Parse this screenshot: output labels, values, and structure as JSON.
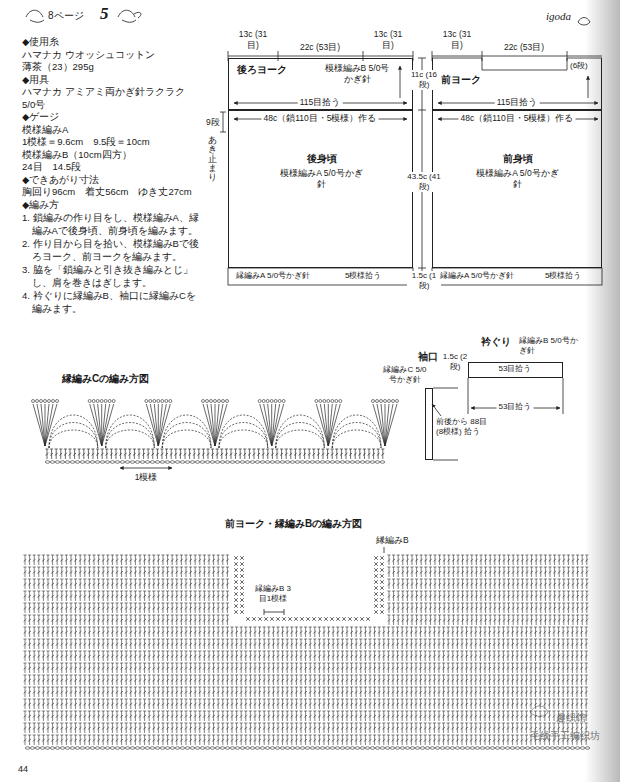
{
  "diagram": {
    "nodes": [
      {
        "text": [
          "後ろヨーク",
          "模様編みB 5/0号かぎ針"
        ]
      },
      {
        "text": [
          "後身頃",
          "模様編みA 5/0号かぎ針"
        ]
      },
      {
        "text": [
          "前ヨーク"
        ]
      },
      {
        "text": [
          "前身頃",
          "模様編みA 5/0号かぎ針"
        ]
      },
      {
        "text": [
          "袖口",
          "縁編みC 5/0号かぎ針"
        ]
      },
      {
        "text": [
          "衿ぐり",
          "縁編みB 5/0号かぎ針"
        ]
      }
    ],
    "labels": [
      "8ページ",
      "5",
      "igoda",
      "◆使用糸",
      "ハマナカ ウオッシュコットン",
      "薄茶（23）295g",
      "◆用具",
      "ハマナカ アミアミ両かぎ針ラクラク",
      "5/0号",
      "◆ゲージ",
      "模様編みA",
      "1模様＝9.6cm　9.5段＝10cm",
      "模様編みB（10cm四方）",
      "24目　14.5段",
      "◆できあがり寸法",
      "胸回り96cm　着丈56cm　ゆき丈27cm",
      "◆編み方",
      "1. 鎖編みの作り目をし、模様編みA、縁編みAで後身頃、前身頃を編みます。",
      "2. 作り目から目を拾い、模様編みBで後ろヨーク、前ヨークを編みます。",
      "3. 脇を「鎖編みと引き抜き編みとじ」し、肩を巻きはぎします。",
      "4. 衿ぐりに縁編みB、袖口に縁編みCを編みます。",
      "13c (31目)",
      "22c (53目)",
      "13c (31目)",
      "115目拾う",
      "48c（鎖110目・5模様）作る",
      "9段",
      "あき止まり",
      "11c (16段)",
      "43.5c (41段)",
      "1.5c (1段)",
      "縁編みA 5/0号かぎ針",
      "5模様拾う",
      "13c (31目)",
      "22c (53目)",
      "(6段)",
      "115目拾う",
      "48c（鎖110目・5模様）作る",
      "縁編みA 5/0号かぎ針",
      "5模様拾う",
      "縁編みCの編み方図",
      "1模様",
      "53目拾う",
      "53目拾う",
      "1.5c (2段)",
      "前後から 88目(8模様) 拾う",
      "前ヨーク・縁編みBの編み方図",
      "縁編みB",
      "縁編みB 3目1模様",
      "44",
      "趣织馆",
      "毛线手工编织坊"
    ]
  }
}
